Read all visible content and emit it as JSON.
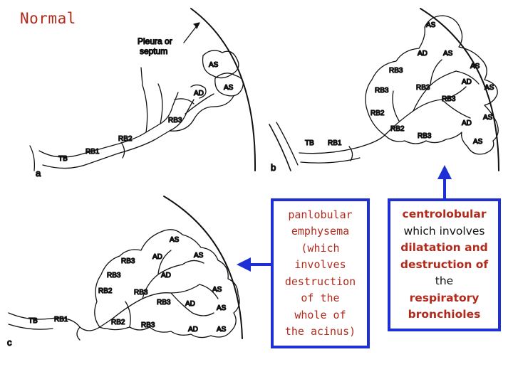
{
  "title": "Normal",
  "panels": {
    "a": {
      "letter": "a",
      "pleura_line1": "Pleura or",
      "pleura_line2": "septum",
      "labels": [
        "AS",
        "AS",
        "AD",
        "RB3",
        "RB2",
        "RB1",
        "TB"
      ]
    },
    "b": {
      "letter": "b",
      "labels": [
        "AS",
        "AD",
        "AS",
        "AS",
        "RB3",
        "AD",
        "AS",
        "RB3",
        "RB3",
        "RB3",
        "RB2",
        "AS",
        "AD",
        "RB2",
        "RB3",
        "AS",
        "TB",
        "RB1"
      ]
    },
    "c": {
      "letter": "c",
      "labels": [
        "AS",
        "RB3",
        "AD",
        "AS",
        "RB3",
        "AD",
        "RB2",
        "RB3",
        "RB3",
        "AD",
        "AS",
        "AS",
        "TB",
        "RB1",
        "RB2",
        "RB3",
        "AD",
        "AS"
      ]
    }
  },
  "callouts": {
    "panlobular": {
      "lines": [
        "panlobular",
        "emphysema",
        "(which",
        "involves",
        "destruction",
        "of the",
        "whole of",
        "the acinus)"
      ]
    },
    "centrolobular": {
      "line1": "centrolobular",
      "line2": "which involves",
      "line3": "dilatation and",
      "line4": "destruction of",
      "line5": "the",
      "line6": "respiratory",
      "line7": "bronchioles"
    }
  },
  "colors": {
    "title": "#b22a1c",
    "box_border": "#1f2fd6",
    "arrow": "#1f2fd6",
    "highlight_text": "#b22a1c"
  }
}
